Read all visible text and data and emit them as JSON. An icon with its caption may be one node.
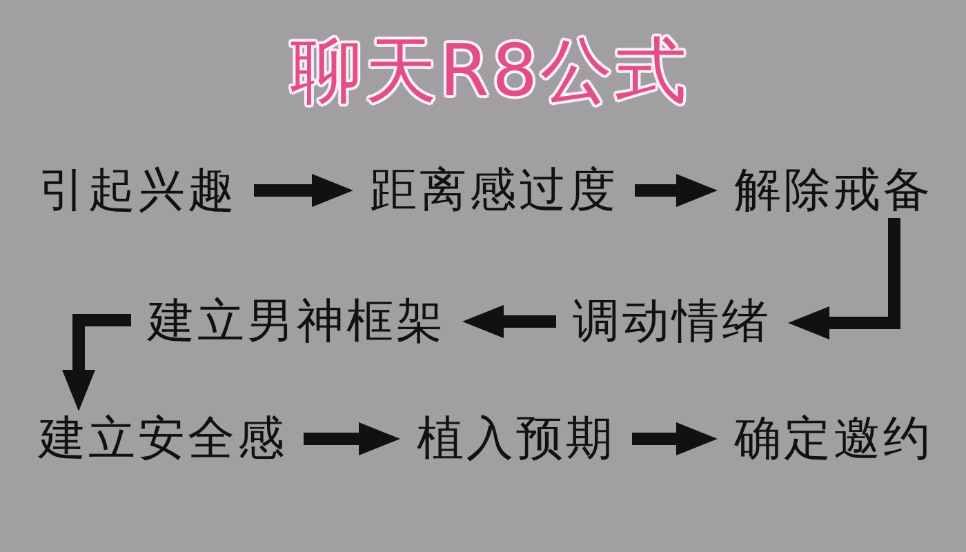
{
  "diagram": {
    "title": "聊天R8公式",
    "nodes": [
      {
        "text": [
          "引起兴趣"
        ]
      },
      {
        "text": [
          "距离感过度"
        ]
      },
      {
        "text": [
          "解除戒备"
        ]
      },
      {
        "text": [
          "建立男神框架"
        ]
      },
      {
        "text": [
          "调动情绪"
        ]
      },
      {
        "text": [
          "建立安全感"
        ]
      },
      {
        "text": [
          "植入预期"
        ]
      },
      {
        "text": [
          "确定邀约"
        ]
      }
    ],
    "edges": [
      {
        "from": 0,
        "to": 1,
        "arrow": "to"
      },
      {
        "from": 1,
        "to": 2,
        "arrow": "to"
      },
      {
        "from": 2,
        "to": 4,
        "arrow": "to"
      },
      {
        "from": 4,
        "to": 3,
        "arrow": "to"
      },
      {
        "from": 3,
        "to": 5,
        "arrow": "to"
      },
      {
        "from": 5,
        "to": 6,
        "arrow": "to"
      },
      {
        "from": 6,
        "to": 7,
        "arrow": "to"
      }
    ]
  }
}
